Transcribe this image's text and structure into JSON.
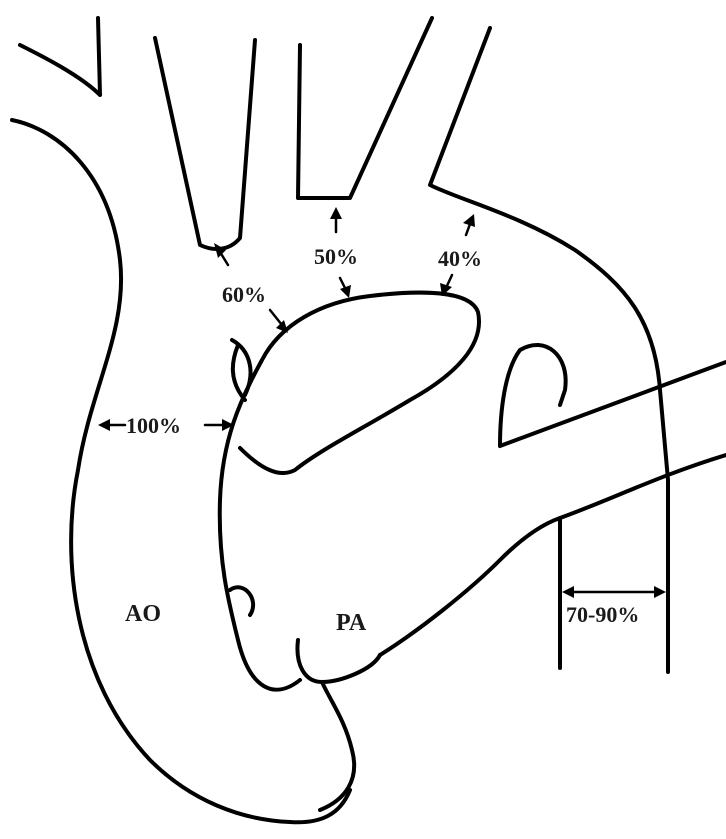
{
  "diagram": {
    "labels": {
      "aorta": "AO",
      "pulmonary_artery": "PA",
      "ascending_width": "100%",
      "branch_1": "60%",
      "branch_2": "50%",
      "branch_3": "40%",
      "descending_width": "70-90%"
    },
    "colors": {
      "line": "#000000",
      "background": "#ffffff",
      "text": "#1a1a1a"
    }
  }
}
